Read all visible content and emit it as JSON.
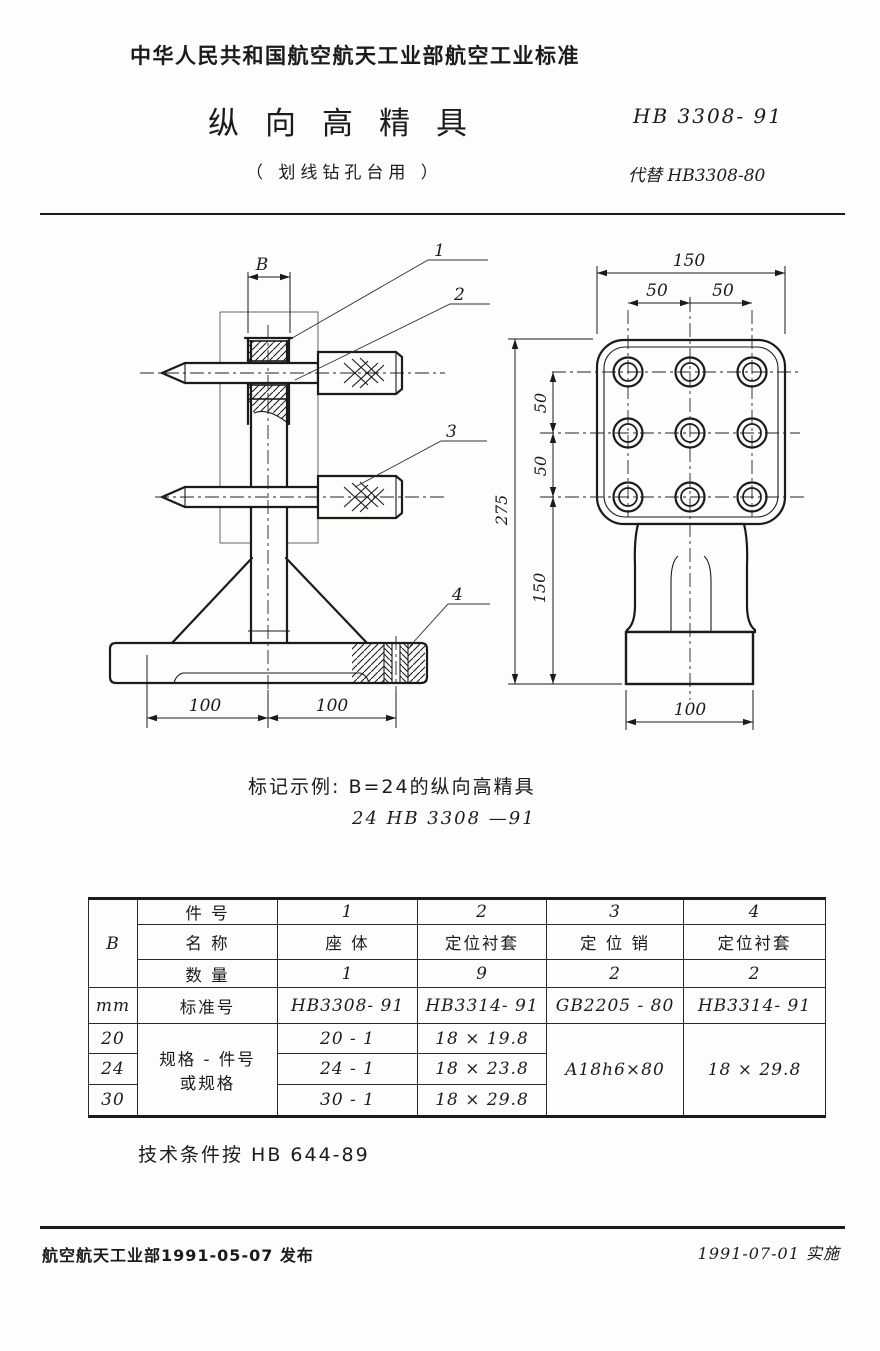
{
  "page": {
    "header": "中华人民共和国航空航天工业部航空工业标准",
    "title": "纵向高精具",
    "subtitle": "（ 划线钻孔台用 ）",
    "std_no": "HB 3308- 91",
    "replaces": "代替 HB3308-80"
  },
  "drawing": {
    "left_view": {
      "width_label": "B",
      "part_labels": [
        "1",
        "2",
        "3",
        "4"
      ],
      "dim_bottom": [
        "100",
        "100"
      ]
    },
    "right_view": {
      "dim_top": "150",
      "dim_top_sub": [
        "50",
        "50"
      ],
      "dim_left_overall": "275",
      "dim_left_sub": [
        "50",
        "50",
        "150"
      ],
      "dim_bottom": "100"
    }
  },
  "marking": {
    "line1": "标记示例: B=24的纵向高精具",
    "line2": "24 HB 3308  —91"
  },
  "table": {
    "b": "B",
    "mm": "mm",
    "headers": {
      "part_no": "件  号",
      "name": "名  称",
      "qty": "数  量",
      "std": "标准号",
      "spec1": "规格 - 件号",
      "spec2": "或规格"
    },
    "part_no": [
      "1",
      "2",
      "3",
      "4"
    ],
    "name": [
      "座  体",
      "定位衬套",
      "定 位 销",
      "定位衬套"
    ],
    "qty": [
      "1",
      "9",
      "2",
      "2"
    ],
    "std": [
      "HB3308- 91",
      "HB3314- 91",
      "GB2205 - 80",
      "HB3314- 91"
    ],
    "b_values": [
      "20",
      "24",
      "30"
    ],
    "spec_col1": [
      "20 - 1",
      "24 - 1",
      "30 - 1"
    ],
    "spec_col2": [
      "18 × 19.8",
      "18 × 23.8",
      "18 × 29.8"
    ],
    "spec_col3": "A18h6×80",
    "spec_col4": "18 × 29.8"
  },
  "tech_note": "技术条件按 HB 644-89",
  "footer": {
    "left": "航空航天工业部1991-05-07  发布",
    "right": "1991-07-01  实施"
  }
}
